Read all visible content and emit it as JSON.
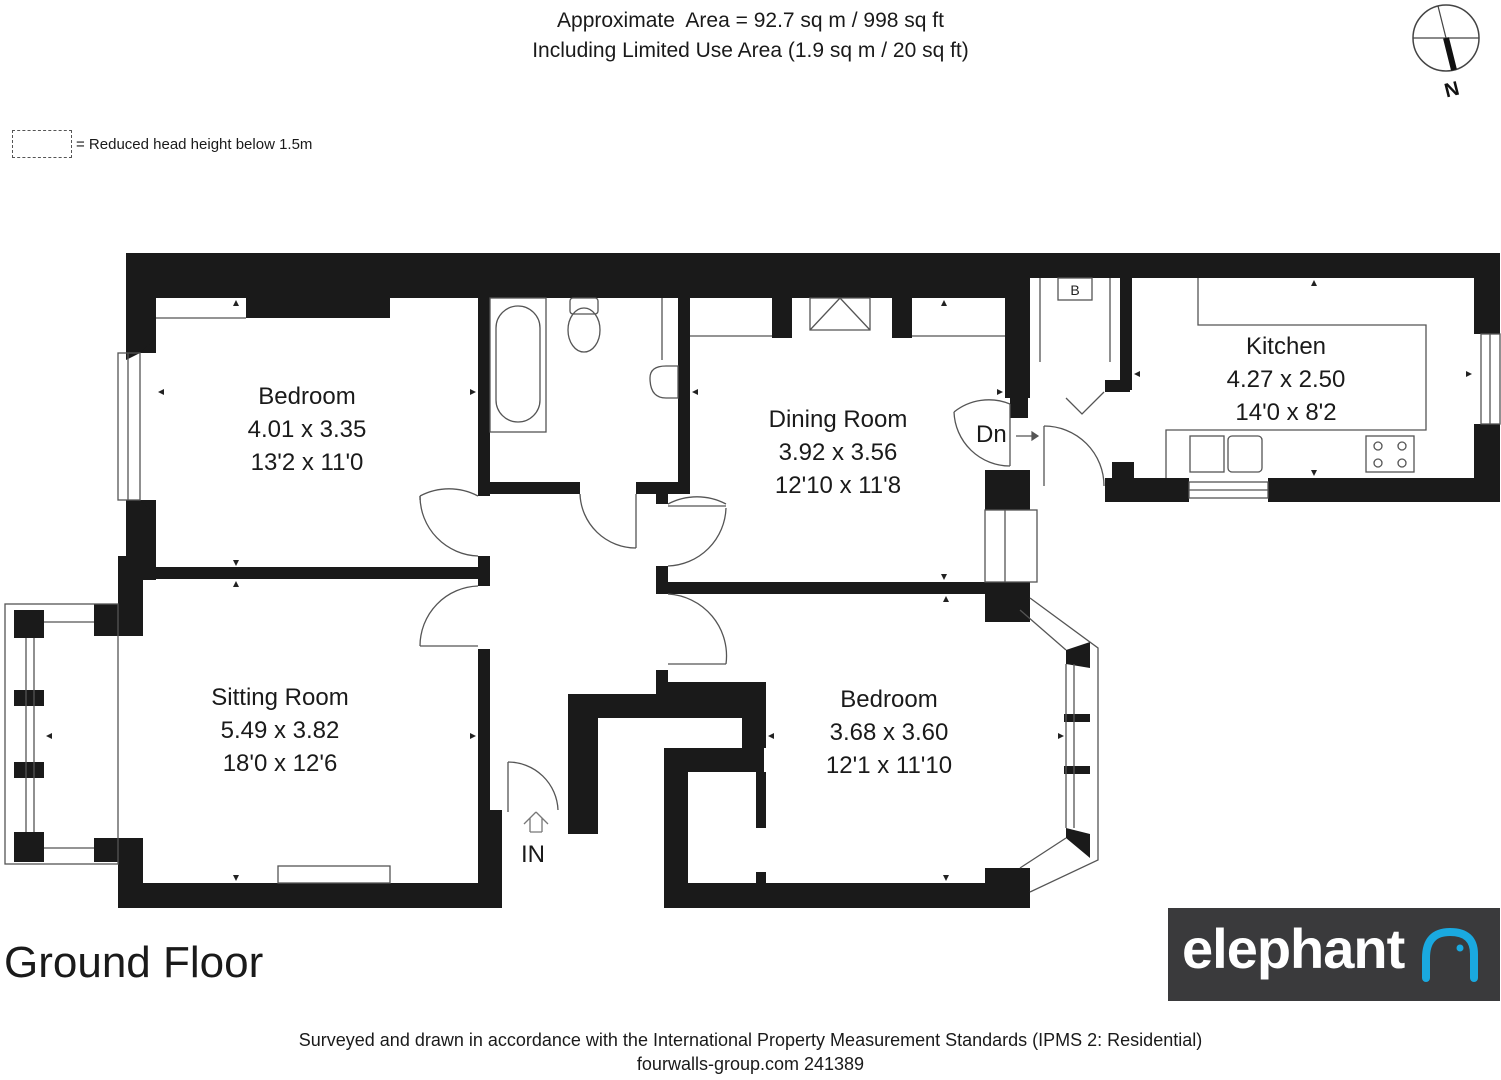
{
  "header": {
    "line1": "Approximate  Area = 92.7 sq m / 998 sq ft",
    "line2": "Including Limited Use Area (1.9 sq m / 20 sq ft)"
  },
  "legend": {
    "text": "= Reduced head height below 1.5m"
  },
  "compass": {
    "north_label": "N"
  },
  "rooms": {
    "bedroom1": {
      "name": "Bedroom",
      "metric": "4.01 x 3.35",
      "imperial": "13'2 x 11'0"
    },
    "dining": {
      "name": "Dining Room",
      "metric": "3.92 x 3.56",
      "imperial": "12'10 x 11'8"
    },
    "kitchen": {
      "name": "Kitchen",
      "metric": "4.27 x 2.50",
      "imperial": "14'0 x 8'2"
    },
    "sitting": {
      "name": "Sitting Room",
      "metric": "5.49 x 3.82",
      "imperial": "18'0 x 12'6"
    },
    "bedroom2": {
      "name": "Bedroom",
      "metric": "3.68 x 3.60",
      "imperial": "12'1 x 11'10"
    }
  },
  "markers": {
    "dn": "Dn",
    "in": "IN",
    "boiler": "B"
  },
  "floor_title": "Ground Floor",
  "logo": {
    "text": "elephant",
    "bg_color": "#3a3a3c",
    "accent_color": "#1aa9e0"
  },
  "footer": {
    "line1": "Surveyed and drawn in accordance with the International Property Measurement Standards (IPMS 2: Residential)",
    "line2": "fourwalls-group.com 241389"
  },
  "colors": {
    "wall": "#1a1a1a",
    "fixture": "#555555"
  }
}
